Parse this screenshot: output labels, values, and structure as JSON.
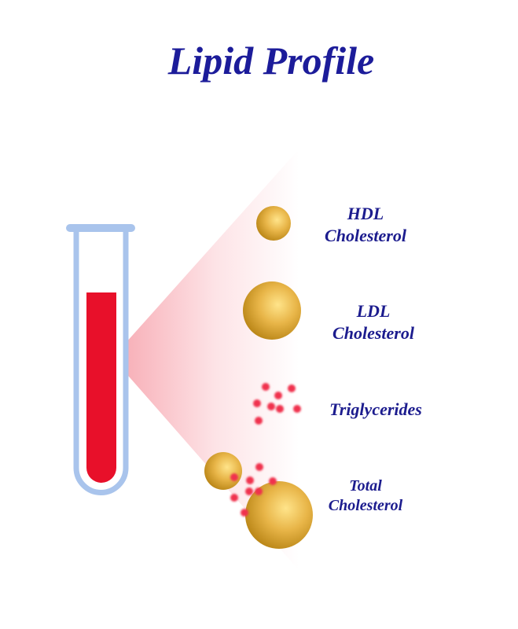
{
  "title": "Lipid Profile",
  "labels": {
    "hdl": {
      "line1": "HDL",
      "line2": "Cholesterol"
    },
    "ldl": {
      "line1": "LDL",
      "line2": "Cholesterol"
    },
    "triglycerides": "Triglycerides",
    "total": {
      "line1": "Total",
      "line2": "Cholesterol"
    }
  },
  "colors": {
    "text": "#1c1c8e",
    "blood": "#e8102a",
    "tube": "#a9c4ec",
    "sphere": "#e0a93a",
    "dot": "#f0314d"
  }
}
